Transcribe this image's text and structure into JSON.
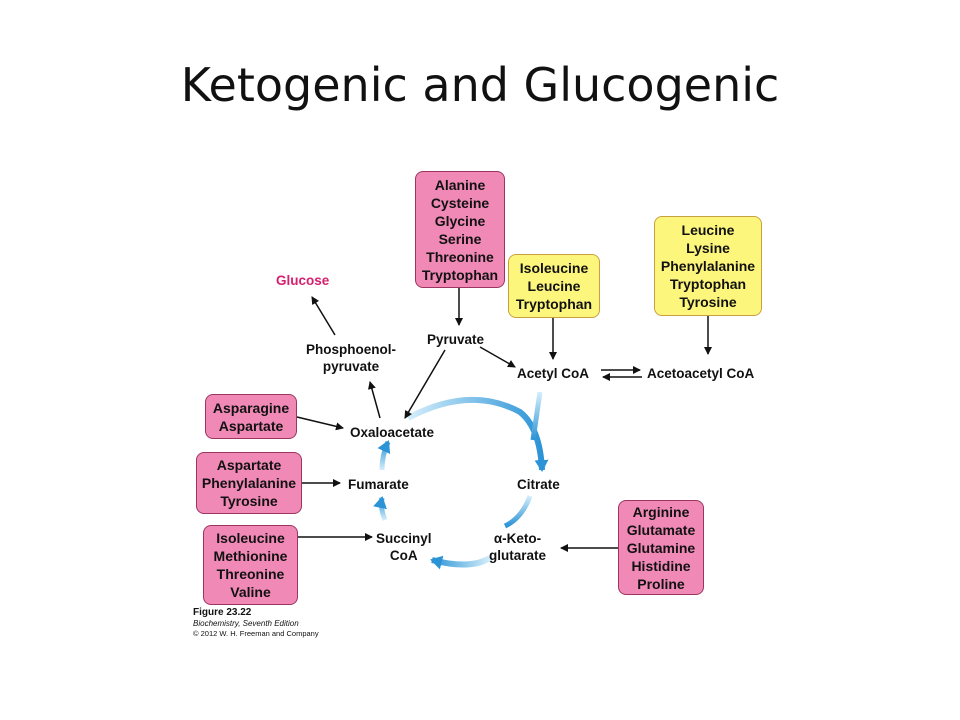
{
  "title": "Ketogenic and Glucogenic",
  "boxes": {
    "top_glucogenic": [
      "Alanine",
      "Cysteine",
      "Glycine",
      "Serine",
      "Threonine",
      "Tryptophan"
    ],
    "acetyl_both": [
      "Isoleucine",
      "Leucine",
      "Tryptophan"
    ],
    "ketogenic": [
      "Leucine",
      "Lysine",
      "Phenylalanine",
      "Tryptophan",
      "Tyrosine"
    ],
    "oxaloacetate_in": [
      "Asparagine",
      "Aspartate"
    ],
    "fumarate_in": [
      "Aspartate",
      "Phenylalanine",
      "Tyrosine"
    ],
    "succinyl_in": [
      "Isoleucine",
      "Methionine",
      "Threonine",
      "Valine"
    ],
    "ketoglutarate_in": [
      "Arginine",
      "Glutamate",
      "Glutamine",
      "Histidine",
      "Proline"
    ]
  },
  "metabolites": {
    "glucose": "Glucose",
    "pep_line1": "Phosphoenol-",
    "pep_line2": "pyruvate",
    "pyruvate": "Pyruvate",
    "acetyl_coa": "Acetyl CoA",
    "acetoacetyl_coa": "Acetoacetyl CoA",
    "oxaloacetate": "Oxaloacetate",
    "citrate": "Citrate",
    "fumarate": "Fumarate",
    "succinyl_line1": "Succinyl",
    "succinyl_line2": "CoA",
    "ketoglutarate_line1": "α-Keto-",
    "ketoglutarate_line2": "glutarate"
  },
  "caption": {
    "figure": "Figure 23.22",
    "book": "Biochemistry, Seventh Edition",
    "copyright": "© 2012 W. H. Freeman and Company"
  },
  "colors": {
    "glucogenic_box": "#f189b7",
    "ketogenic_box": "#fdf67c",
    "glucose_text": "#d6206f",
    "cycle_arrow": "#3aa6e0"
  }
}
